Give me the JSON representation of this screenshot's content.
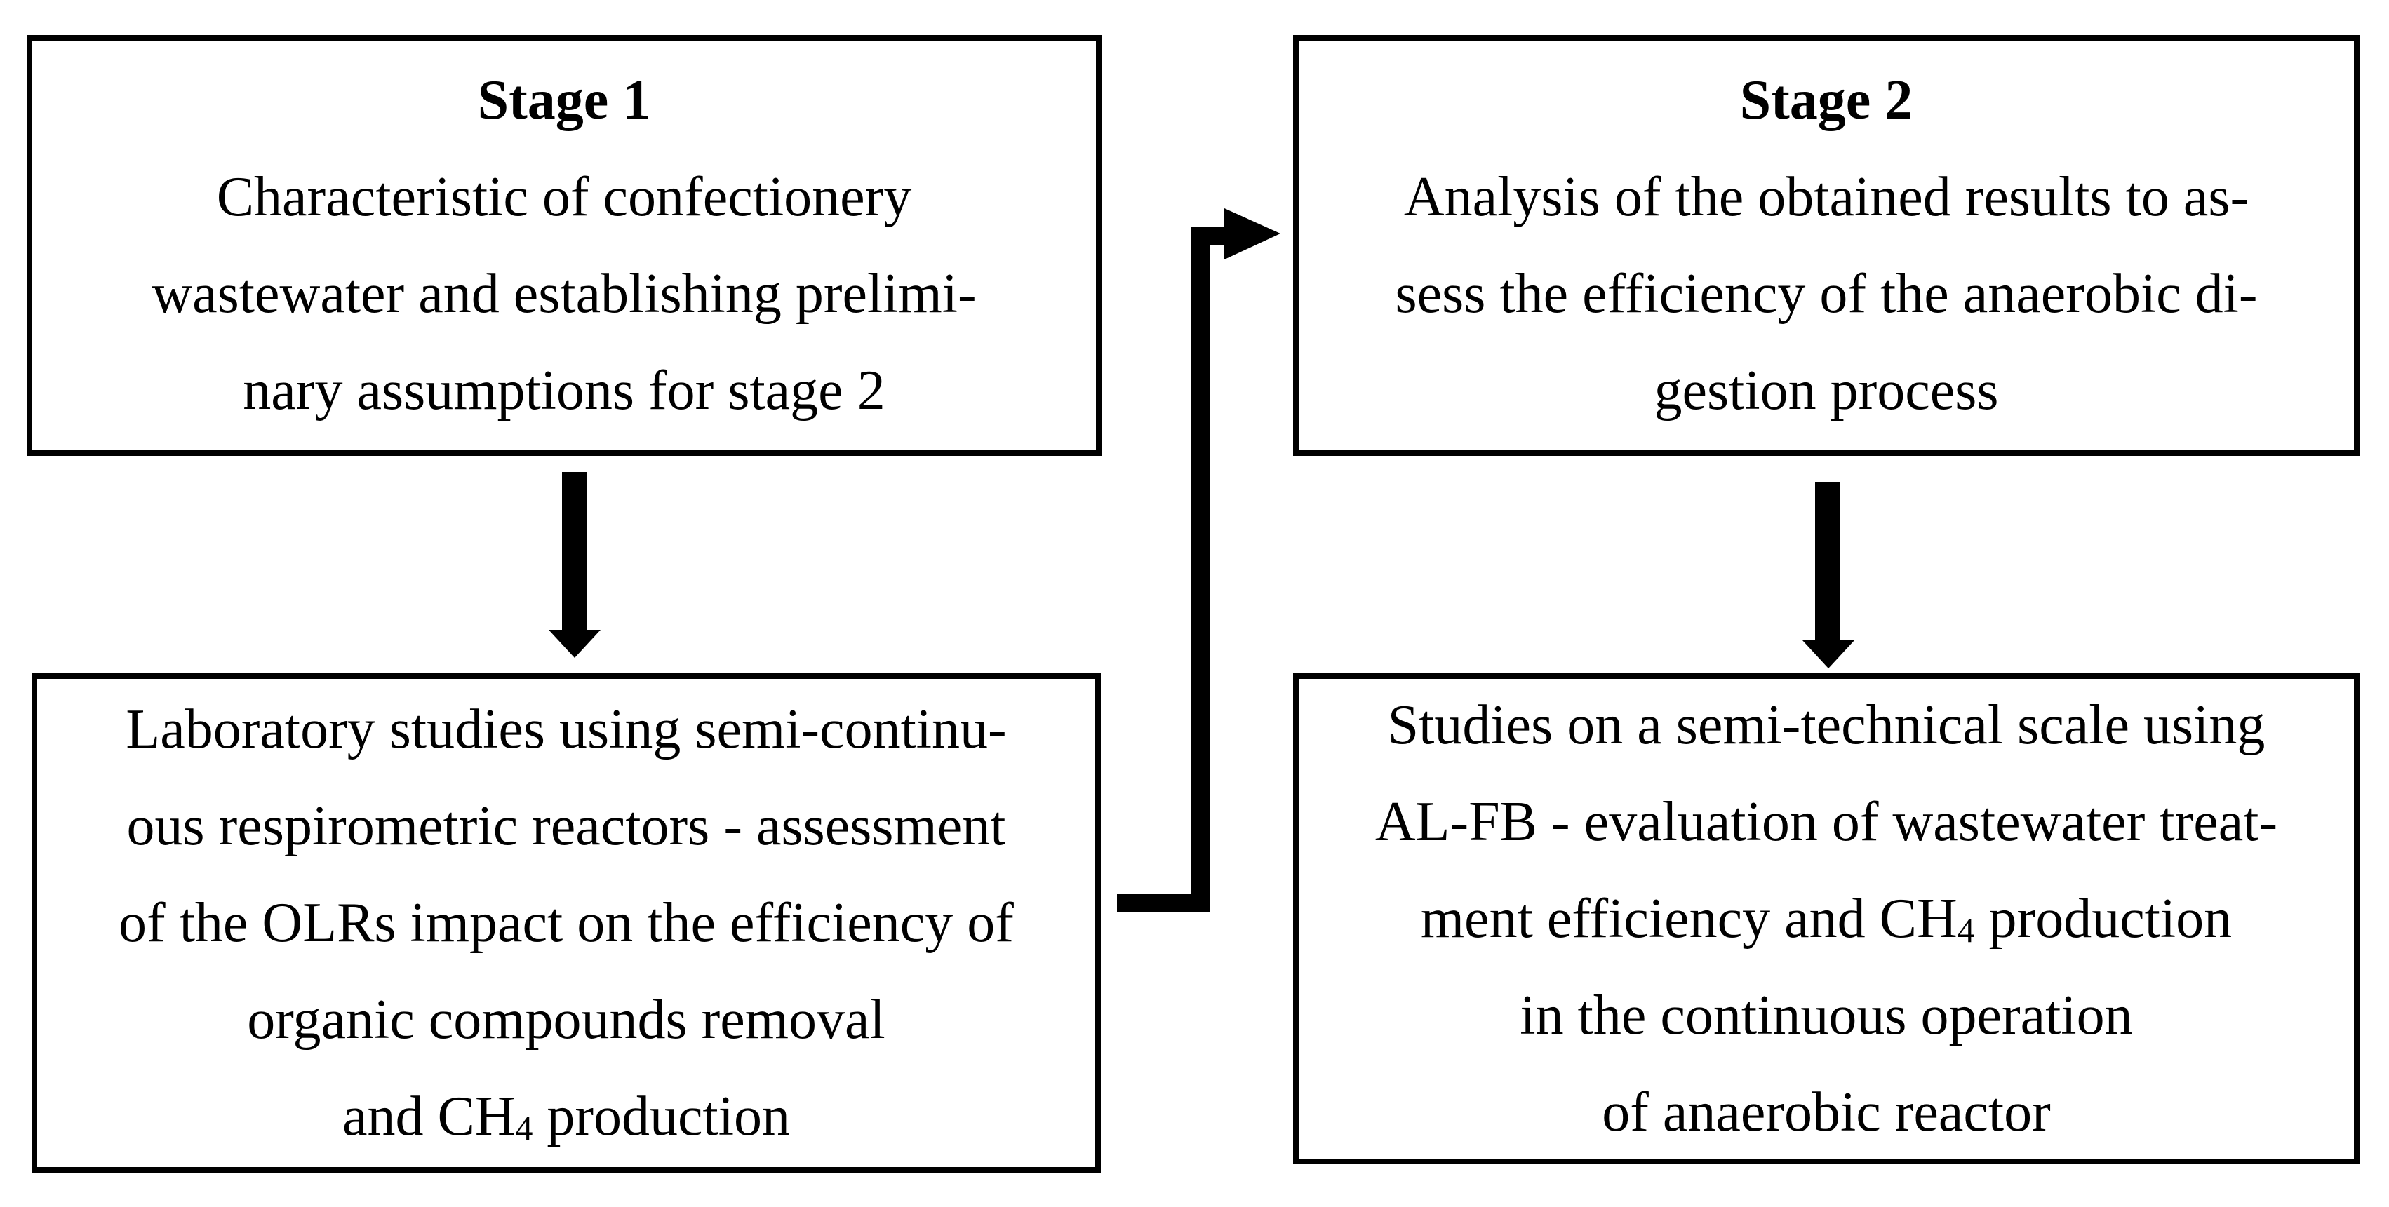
{
  "figure": {
    "type": "flowchart",
    "colors": {
      "ink": "#000000",
      "background": "#ffffff"
    }
  },
  "boxes": {
    "top_left": {
      "title": "Stage 1",
      "line1": "Characteristic of confectionery",
      "line2": "wastewater and establishing prelimi-",
      "line3": "nary assumptions for stage 2"
    },
    "top_right": {
      "title": "Stage 2",
      "line1": "Analysis of the obtained results to as-",
      "line2": "sess the efficiency of the anaerobic di-",
      "line3": "gestion process"
    },
    "bottom_left": {
      "line1": "Laboratory studies using semi-continu-",
      "line2": "ous respirometric reactors - assessment",
      "line3": "of the OLRs impact on the efficiency of",
      "line4": "organic compounds removal",
      "line5_pre": "and CH",
      "line5_sub": "4",
      "line5_post": " production"
    },
    "bottom_right": {
      "line1": "Studies on a semi-technical scale using",
      "line2": "AL-FB - evaluation of wastewater treat-",
      "line3_pre": "ment efficiency and CH",
      "line3_sub": "4",
      "line3_post": " production",
      "line4": "in the continuous operation",
      "line5": "of anaerobic reactor"
    }
  }
}
